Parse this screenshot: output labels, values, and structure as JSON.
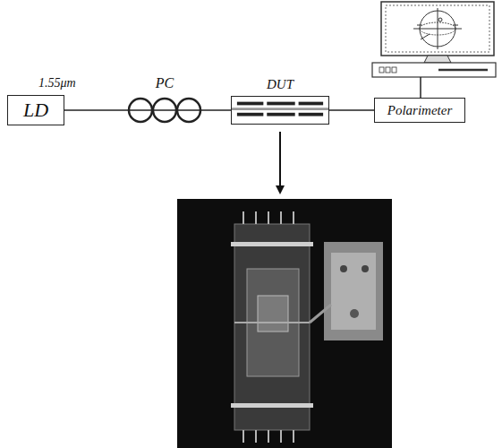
{
  "diagram": {
    "nodes": [
      {
        "text": [
          "1.55μm",
          "LD"
        ]
      },
      {
        "text": [
          "PC"
        ]
      },
      {
        "text": [
          "DUT"
        ]
      },
      {
        "text": [
          "Polarimeter"
        ]
      }
    ],
    "edges": [
      {
        "from": 0,
        "to": 1,
        "arrow": "none"
      },
      {
        "from": 1,
        "to": 2,
        "arrow": "none"
      },
      {
        "from": 2,
        "to": 3,
        "arrow": "none"
      }
    ]
  }
}
